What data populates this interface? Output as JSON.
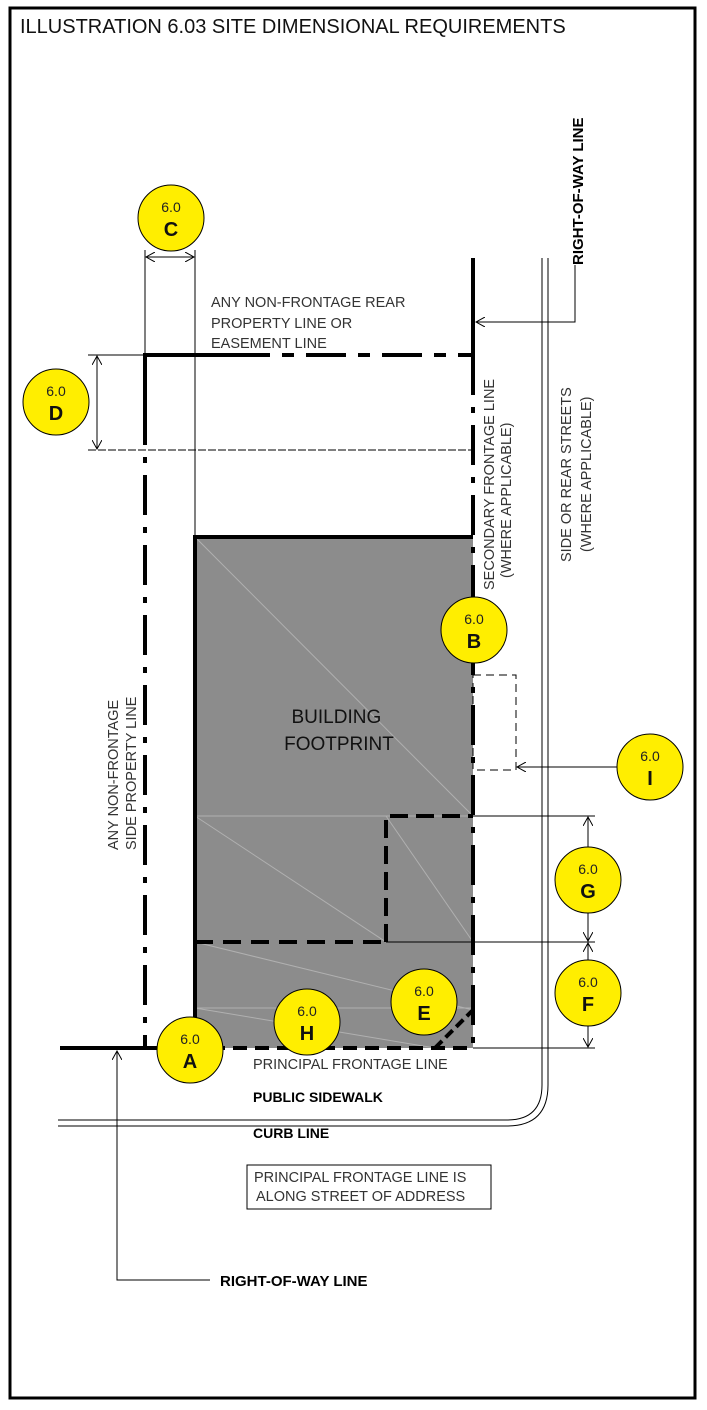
{
  "title": "ILLUSTRATION 6.03 SITE DIMENSIONAL REQUIREMENTS",
  "labels": {
    "rear_line": [
      "ANY NON-FRONTAGE REAR",
      "PROPERTY LINE OR",
      "EASEMENT LINE"
    ],
    "side_line": [
      "ANY NON-FRONTAGE",
      "SIDE PROPERTY LINE"
    ],
    "secondary_frontage": [
      "SECONDARY FRONTAGE LINE",
      "(WHERE APPLICABLE)"
    ],
    "side_rear_streets": [
      "SIDE OR REAR STREETS",
      "(WHERE APPLICABLE)"
    ],
    "building": [
      "BUILDING",
      "FOOTPRINT"
    ],
    "principal_frontage": "PRINCIPAL FRONTAGE LINE",
    "public_sidewalk": "PUBLIC SIDEWALK",
    "curb_line": "CURB LINE",
    "note": [
      "PRINCIPAL FRONTAGE LINE IS",
      "ALONG STREET OF ADDRESS"
    ],
    "row_top": "RIGHT-OF-WAY LINE",
    "row_bottom": "RIGHT-OF-WAY LINE"
  },
  "bubbles": [
    {
      "id": "C",
      "num": "6.0"
    },
    {
      "id": "D",
      "num": "6.0"
    },
    {
      "id": "B",
      "num": "6.0"
    },
    {
      "id": "I",
      "num": "6.0"
    },
    {
      "id": "G",
      "num": "6.0"
    },
    {
      "id": "F",
      "num": "6.0"
    },
    {
      "id": "E",
      "num": "6.0"
    },
    {
      "id": "H",
      "num": "6.0"
    },
    {
      "id": "A",
      "num": "6.0"
    }
  ],
  "colors": {
    "bubble": "#ffee00",
    "building": "#8c8c8c"
  }
}
